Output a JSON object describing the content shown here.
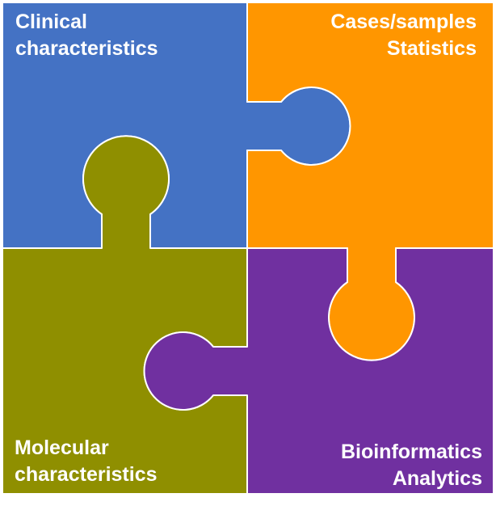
{
  "pieces": {
    "clinical": {
      "lines": [
        "Clinical",
        "characteristics"
      ],
      "color": "#4472C4"
    },
    "cases": {
      "lines": [
        "Cases/samples",
        "Statistics"
      ],
      "color": "#FF9600"
    },
    "molecular": {
      "lines": [
        "Molecular",
        "characteristics"
      ],
      "color": "#8F8F00"
    },
    "bioinformatics": {
      "lines": [
        "Bioinformatics",
        "Analytics"
      ],
      "color": "#7030A0"
    }
  }
}
